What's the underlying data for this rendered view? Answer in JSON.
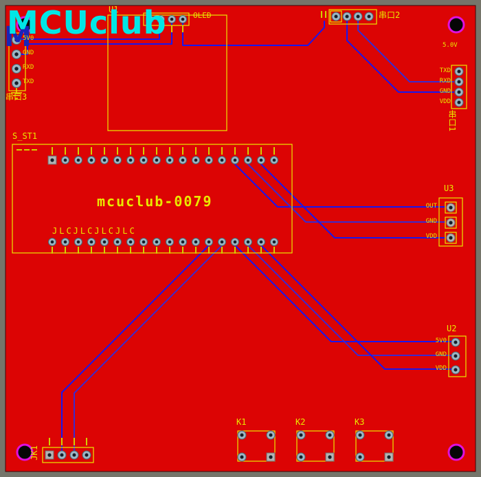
{
  "board": {
    "logo": "MCUclub",
    "logo_shadow": "M",
    "center_label": "mcuclub-0079",
    "jlc_label": "JLCJLCJLCJLC"
  },
  "components": {
    "u1": {
      "ref": "U1",
      "label": "OLED"
    },
    "serial3": {
      "ref": "串口3",
      "pins": [
        "5V0",
        "GND",
        "RXD",
        "TXD"
      ]
    },
    "serial2": {
      "ref": "串口2"
    },
    "serial1": {
      "ref": "串口1",
      "voltage": "5.0V",
      "pins": [
        "TXD",
        "RXD",
        "GND",
        "VDD"
      ]
    },
    "sst1": {
      "ref": "S_ST1"
    },
    "u3": {
      "ref": "U3",
      "pins": [
        "OUT",
        "GND",
        "VDD"
      ]
    },
    "u2": {
      "ref": "U2",
      "pins": [
        "5V0",
        "GND",
        "VDD"
      ]
    },
    "jk1": {
      "ref": "JK1"
    },
    "k1": {
      "ref": "K1"
    },
    "k2": {
      "ref": "K2"
    },
    "k3": {
      "ref": "K3"
    }
  },
  "colors": {
    "board": "#dc0404",
    "silk": "#e9e900",
    "silk_dim": "#d2d200",
    "trace": "#1717f0",
    "trace_alt": "#3b2ad0",
    "pad": "#9db6c4",
    "pad_sq": "#b3b3b3",
    "pad_hole": "#141e29",
    "logo": "#00e6e6",
    "hole_ring": "#df10df",
    "frame": "#75756a"
  }
}
